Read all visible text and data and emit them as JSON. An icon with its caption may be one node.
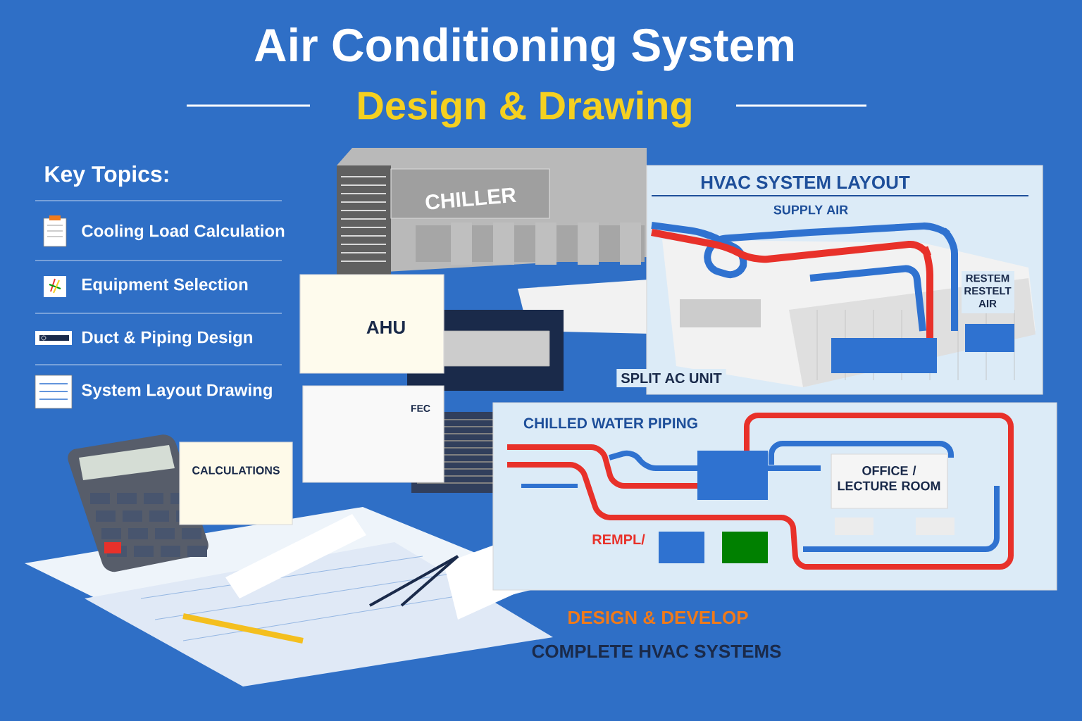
{
  "diagram": {
    "title": "Air Conditioning System",
    "nodes": [
      {
        "text": [
          "CHILLER"
        ]
      },
      {
        "text": [
          "AHU"
        ]
      },
      {
        "text": [
          "FEC"
        ]
      },
      {
        "text": [
          "CALCULATIONS"
        ]
      },
      {
        "text": [
          "HVAC SYSTEM LAYOUT",
          "SUPPLY AIR",
          "RESTEM RESTELT AIR"
        ]
      },
      {
        "text": [
          "CHILLED WATER PIPING",
          "REMPL/"
        ]
      },
      {
        "text": [
          "OFFICE / LECTURE ROOM"
        ],
        "in": 5
      }
    ],
    "labels": [
      "Design & Drawing",
      "Key Topics:",
      "Cooling Load Calculation",
      "Equipment Selection",
      "Duct & Piping Design",
      "System Layout Drawing",
      "SPLIT AC UNIT",
      "DESIGN & DEVELOP",
      "COMPLETE **HVAC** SYSTEMS"
    ]
  }
}
